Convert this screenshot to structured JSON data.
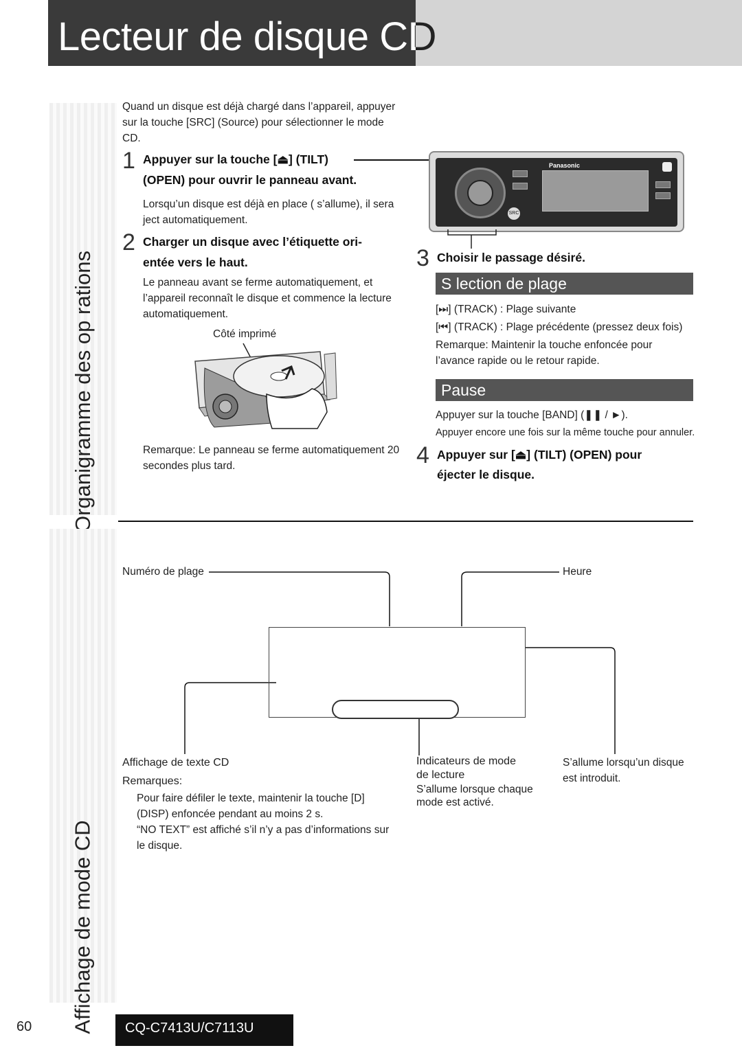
{
  "header": {
    "title": "Lecteur de disque CD"
  },
  "sidetabs": {
    "top": "Organigramme des op rations",
    "bottom": "Affichage de mode CD"
  },
  "intro": "Quand un disque est déjà chargé dans l’appareil, appuyer sur la touche [SRC] (Source) pour sélectionner le mode CD.",
  "step1": {
    "num": "1",
    "title_line1": "Appuyer sur la touche   [⏏] (TILT)",
    "title_line2": "(OPEN) pour ouvrir le panneau avant.",
    "desc": "Lorsqu’un disque est déjà en place (      s’allume), il sera  ject  automatiquement."
  },
  "step2": {
    "num": "2",
    "title_line1": "Charger un disque avec l’étiquette ori-",
    "title_line2": "entée vers le haut.",
    "desc": "Le panneau avant se ferme automatiquement, et l’appareil reconnaît le disque et commence la lecture automatiquement.",
    "printed_side": "Côté imprimé",
    "note": "Remarque:  Le panneau se ferme automatiquement 20 secondes plus tard."
  },
  "step3": {
    "num": "3",
    "title": "Choisir le passage désiré."
  },
  "track_selection": {
    "heading": "S lection de plage",
    "next": "[⏭] (TRACK) : Plage suivante",
    "prev": "[⏮] (TRACK) : Plage précédente (pressez deux fois)",
    "note": "Remarque:  Maintenir la touche enfoncée pour l’avance rapide ou le retour rapide."
  },
  "pause": {
    "heading": "Pause",
    "line1": "Appuyer sur la touche [BAND]  (❚❚ / ►).",
    "line2": "Appuyer encore une fois sur la même touche pour annuler."
  },
  "step4": {
    "num": "4",
    "title_line1": "Appuyer sur   [⏏] (TILT) (OPEN) pour",
    "title_line2": "éjecter le disque."
  },
  "display": {
    "track_number": "Numéro de plage",
    "time": "Heure",
    "cd_text": "Affichage de texte CD",
    "remarks_label": "Remarques:",
    "remark1": "Pour faire défiler le texte, maintenir la touche [D] (DISP) enfoncée pendant au moins 2 s.",
    "remark2": "“NO TEXT” est affiché s’il n’y a pas d’informations sur le disque.",
    "play_mode_line1": "Indicateurs de mode",
    "play_mode_line2": "de lecture",
    "play_mode_desc": "S’allume lorsque chaque mode est activé.",
    "disc_loaded": "S’allume lorsqu’un disque est introduit."
  },
  "device": {
    "brand": "Panasonic",
    "src": "SRC"
  },
  "footer": {
    "page": "60",
    "model": "CQ-C7413U/C7113U"
  }
}
